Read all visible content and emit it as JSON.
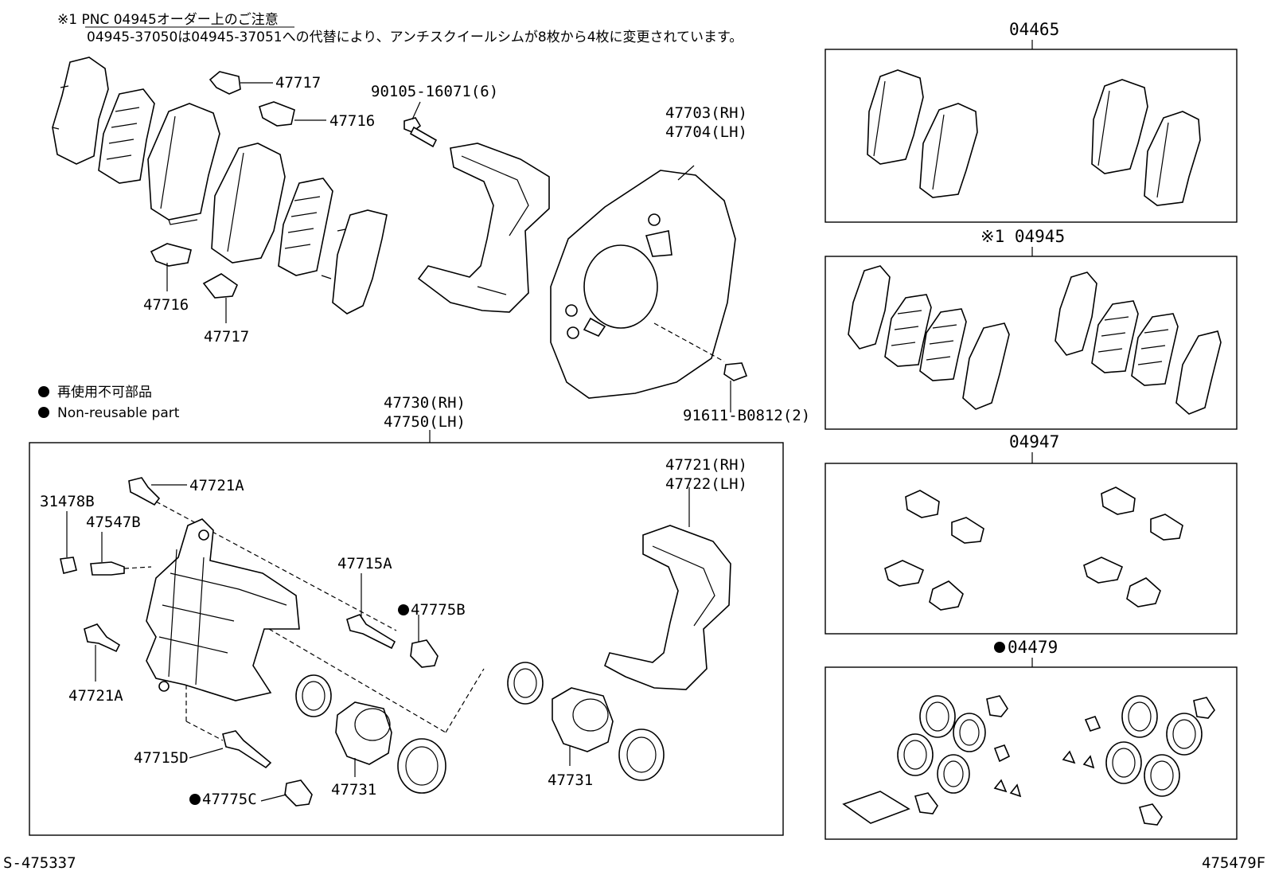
{
  "notes": {
    "pnc_note_title": "※1 PNC 04945オーダー上のご注意",
    "pnc_note_body": "04945-37050は04945-37051への代替により、アンチスクイールシムが8枚から4枚に変更されています。",
    "legend_jp": "再使用不可部品",
    "legend_en": "Non-reusable part"
  },
  "labels": {
    "p47717_top": "47717",
    "p47716_top": "47716",
    "p47716_bot": "47716",
    "p47717_bot": "47717",
    "p90105": "90105-16071(6)",
    "p47703": "47703(RH)",
    "p47704": "47704(LH)",
    "p91611": "91611-B0812(2)",
    "p47730": "47730(RH)",
    "p47750": "47750(LH)",
    "p47721A_top": "47721A",
    "p31478B": "31478B",
    "p47547B": "47547B",
    "p47715A": "47715A",
    "p47775B": "47775B",
    "p47721_rh": "47721(RH)",
    "p47722_lh": "47722(LH)",
    "p47721A_bot": "47721A",
    "p47715D": "47715D",
    "p47775C": "47775C",
    "p47731_a": "47731",
    "p47731_b": "47731"
  },
  "kits": {
    "k04465": "04465",
    "k04945": "※1 04945",
    "k04947": "04947",
    "k04479": "04479"
  },
  "footer": {
    "left_code": "S-475337",
    "right_code": "475479F"
  }
}
